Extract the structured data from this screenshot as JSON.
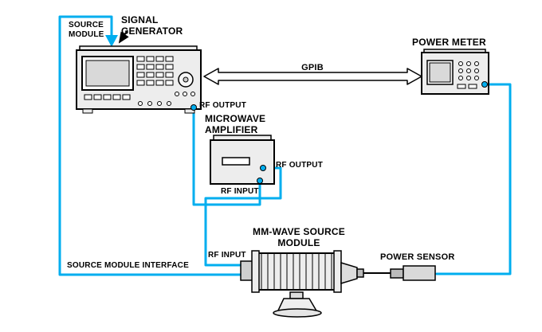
{
  "diagram": {
    "type": "test-equipment-setup",
    "labels": {
      "source_module": [
        "SOURCE",
        "MODULE"
      ],
      "signal_generator": [
        "SIGNAL",
        "GENERATOR"
      ],
      "power_meter": "POWER METER",
      "gpib": "GPIB",
      "sig_gen_rf_output": "RF OUTPUT",
      "microwave_amplifier": [
        "MICROWAVE",
        "AMPLIFIER"
      ],
      "amp_rf_output": "RF OUTPUT",
      "amp_rf_input": "RF INPUT",
      "mm_wave_module": [
        "MM-WAVE SOURCE",
        "MODULE"
      ],
      "module_rf_input": "RF INPUT",
      "power_sensor": "POWER SENSOR",
      "source_module_interface": "SOURCE MODULE INTERFACE"
    },
    "colors": {
      "cable": "#00AEEF",
      "outline": "#000000",
      "instrument_fill": "#ededed",
      "background": "#ffffff"
    }
  }
}
